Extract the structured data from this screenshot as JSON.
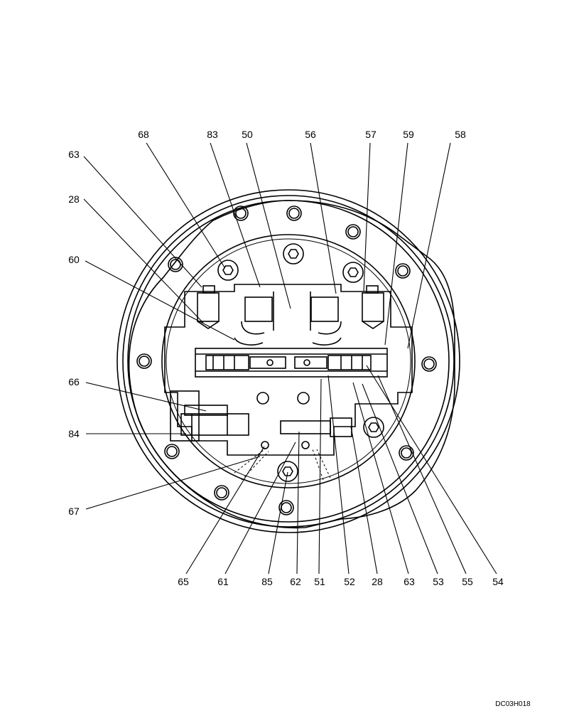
{
  "diagram": {
    "reference_code": "DC03H018",
    "labels_top": [
      "68",
      "83",
      "50",
      "56",
      "57",
      "59",
      "58"
    ],
    "labels_left": [
      "63",
      "28",
      "60",
      "66",
      "84",
      "67"
    ],
    "labels_bottom": [
      "65",
      "61",
      "85",
      "62",
      "51",
      "52",
      "28",
      "63",
      "53",
      "55",
      "54"
    ]
  }
}
